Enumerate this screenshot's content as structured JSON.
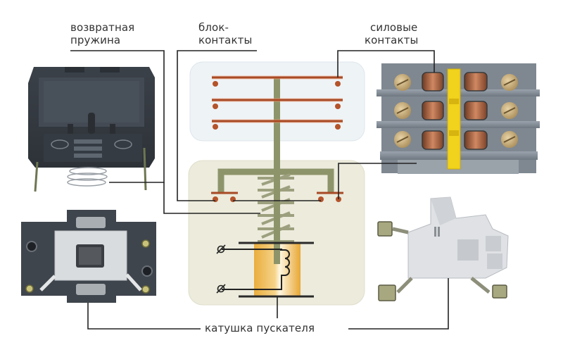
{
  "labels": {
    "return_spring": [
      "возвратная",
      "пружина"
    ],
    "block_contacts": [
      "блок-",
      "контакты"
    ],
    "power_contacts": [
      "силовые",
      "контакты"
    ],
    "starter_coil": "катушка пускателя"
  },
  "colors": {
    "contact_orange": "#b5532a",
    "contact_glow": "#f08a50",
    "armature_olive": "#8e946a",
    "upper_panel_bg": "#eef3f6",
    "lower_panel_bg": "#ecebdc",
    "coil_yellow": "#f2c25a",
    "leader_line": "#222222",
    "photo_dark_body": "#3e444c",
    "photo_yellow": "#f1d21c",
    "photo_copper": "#b8714a"
  },
  "diagram": {
    "power_contact_rows": 3,
    "block_contact_pairs": 2,
    "spring_turns": 4,
    "coil_terminals": 2
  },
  "photos": {
    "top_left": "return-spring-housing-photo",
    "top_right": "power-contacts-photo",
    "bottom_left": "magnetic-core-base-photo",
    "bottom_right": "starter-coil-photo"
  }
}
